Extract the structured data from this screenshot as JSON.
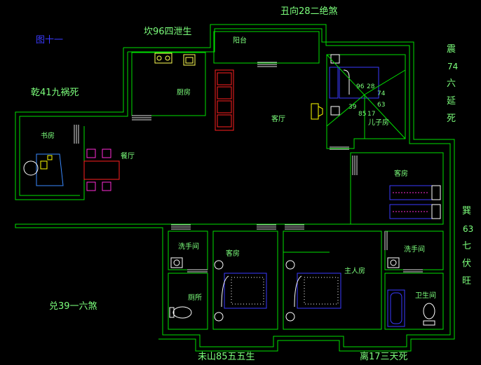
{
  "figure_label": "图十一",
  "direction_labels": {
    "top_left": "坎96四泄生",
    "top_right": "丑向28二绝煞",
    "left": "乾41九祸死",
    "bottom_left": "兑39一六煞",
    "bottom_center": "未山85五五生",
    "bottom_right": "离17三天死",
    "right_upper": [
      "震",
      "74",
      "六",
      "延",
      "死"
    ],
    "right_lower": [
      "巽",
      "63",
      "七",
      "伏",
      "旺"
    ]
  },
  "rooms": {
    "balcony": "阳台",
    "kitchen": "厨房",
    "living": "客厅",
    "study": "书房",
    "dining": "餐厅",
    "son_room": "儿子房",
    "guest_room_right": "客房",
    "bath_left": "洗手间",
    "toilet_left": "厕所",
    "guest_room_mid": "客房",
    "master_room": "主人房",
    "bath_right": "洗手间",
    "restroom_right": "卫生间"
  },
  "stair_numbers": [
    "39",
    "85",
    "17",
    "63",
    "74",
    "96",
    "28"
  ],
  "colors": {
    "wall": "#00e000",
    "label_green": "#7cff7c",
    "label_yellow": "#ffff55",
    "blue": "#3a3aff",
    "magenta": "#ff2bd6",
    "red": "#ff2020",
    "cyan": "#20e0e0",
    "white": "#ffffff",
    "yellow": "#ffff00"
  }
}
